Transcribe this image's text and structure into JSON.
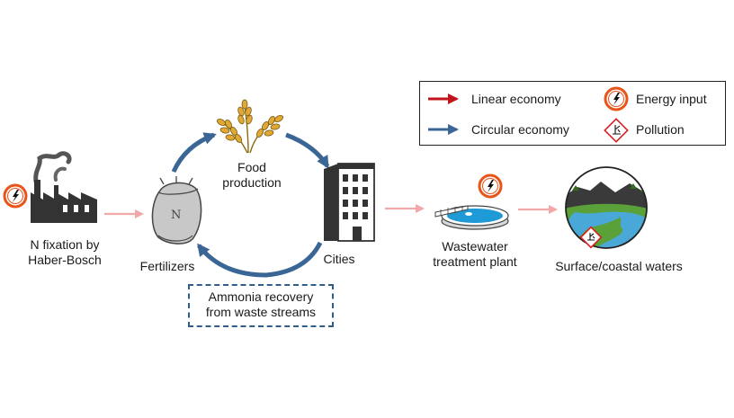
{
  "legend": {
    "linear_label": "Linear economy",
    "circular_label": "Circular economy",
    "energy_label": "Energy input",
    "pollution_label": "Pollution"
  },
  "nodes": {
    "haber_bosch": [
      "N fixation by",
      "Haber-Bosch"
    ],
    "fertilizers": "Fertilizers",
    "fertilizer_bag_text": "N",
    "food_production": [
      "Food",
      "production"
    ],
    "cities": "Cities",
    "wastewater": [
      "Wastewater",
      "treatment plant"
    ],
    "surface_waters": "Surface/coastal waters",
    "ammonia_recovery": [
      "Ammonia recovery",
      "from waste streams"
    ]
  },
  "colors": {
    "linear_arrow": "#c0141c",
    "circular_arrow": "#3a6695",
    "flow_arrow_light": "#f0a8a8",
    "energy_ring": "#e8541a",
    "pollution_red": "#d62020",
    "dashed_border": "#2f5d8c"
  },
  "icons": [
    "factory-icon",
    "energy-input-icon",
    "fertilizer-bag-icon",
    "wheat-icon",
    "building-icon",
    "treatment-plant-icon",
    "pollution-icon",
    "river-landscape-icon"
  ]
}
